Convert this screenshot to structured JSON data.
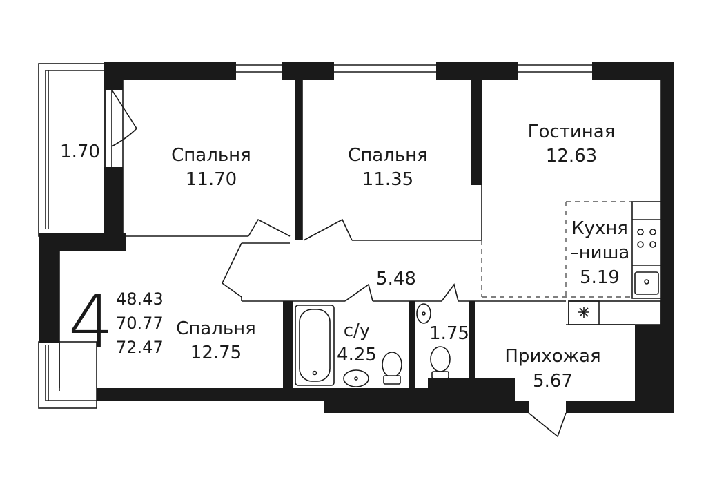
{
  "plan": {
    "rooms_count": "4",
    "area_living": "48.43",
    "area_total": "70.77",
    "area_with_balcony": "72.47"
  },
  "rooms": {
    "balcony": {
      "area": "1.70"
    },
    "bedroom1": {
      "name": "Спальня",
      "area": "11.70"
    },
    "bedroom2": {
      "name": "Спальня",
      "area": "11.35"
    },
    "living": {
      "name": "Гостиная",
      "area": "12.63"
    },
    "kitchen": {
      "name_line1": "Кухня",
      "name_line2": "–ниша",
      "area": "5.19"
    },
    "corridor": {
      "area": "5.48"
    },
    "bedroom3": {
      "name": "Спальня",
      "area": "12.75"
    },
    "bathroom": {
      "name": "с/у",
      "area": "4.25"
    },
    "wc": {
      "area": "1.75"
    },
    "hallway": {
      "name": "Прихожая",
      "area": "5.67"
    }
  }
}
